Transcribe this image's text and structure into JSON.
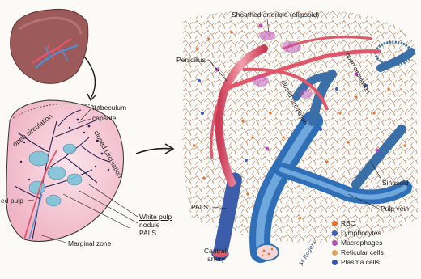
{
  "labels": {
    "sheathed_arteriole": "Sheathed arteriole (ellipsoid)",
    "penicillus": "Penicillus",
    "open_circulation_left": "open circulation",
    "trabeculum": "trabeculum",
    "capsule": "capsule",
    "closed_circulation_left": "closed circulation",
    "red_pulp": "ed pulp",
    "white_pulp": "White pulp",
    "nodule": "nodule",
    "pals_left": "PALS",
    "marginal_zone": "Marginal zone",
    "pals_right": "PALS",
    "central_artery_line1": "Central",
    "central_artery_line2": "artery",
    "closed_circulation_center": "closed circulation",
    "open_circulation_right": "open circulation",
    "sinusoid": "Sinusoid",
    "pulp_vein": "Pulp vein",
    "signature": "M.Rogers"
  },
  "legend": [
    {
      "label": "RBC",
      "color": "#e8732b"
    },
    {
      "label": "Lymphocytes",
      "color": "#3a5fb8"
    },
    {
      "label": "Macrophages",
      "color": "#b94fb5"
    },
    {
      "label": "Reticular cells",
      "color": "#e5a25a"
    },
    {
      "label": "Plasma cells",
      "color": "#2f57a8"
    }
  ],
  "colors": {
    "artery": "#e0566a",
    "vein": "#4f8fd1",
    "spleen_organ": "#9d5a5a",
    "cross_section": "#f4c7d4",
    "white_pulp": "#7fc4d8"
  }
}
